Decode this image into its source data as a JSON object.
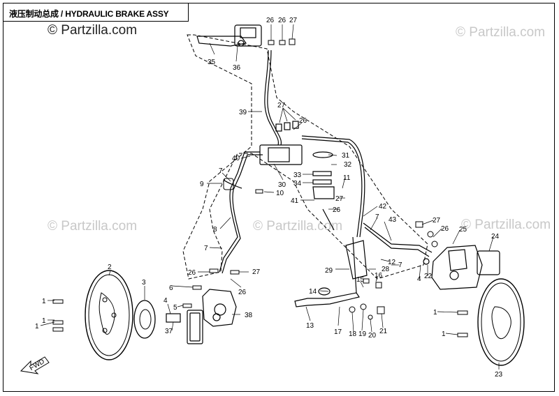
{
  "title": "液压制动总成 / HYDRAULIC BRAKE ASSY",
  "watermarks": [
    {
      "text": "© Partzilla.com",
      "style": "strong"
    },
    {
      "text": "© Partzilla.com",
      "style": "light"
    },
    {
      "text": "© Partzilla.com",
      "style": "light"
    },
    {
      "text": "© Partzilla.com",
      "style": "light"
    },
    {
      "text": "© Partzilla.com",
      "style": "light"
    }
  ],
  "fwd_label": "FWD",
  "callouts": [
    "1",
    "2",
    "3",
    "4",
    "5",
    "6",
    "7",
    "8",
    "9",
    "10",
    "11",
    "12",
    "13",
    "14",
    "15",
    "16",
    "17",
    "18",
    "19",
    "20",
    "21",
    "22",
    "23",
    "24",
    "25",
    "26",
    "27",
    "28",
    "29",
    "30",
    "31",
    "32",
    "33",
    "34",
    "35",
    "36",
    "37",
    "38",
    "39",
    "40",
    "41",
    "42",
    "43"
  ]
}
